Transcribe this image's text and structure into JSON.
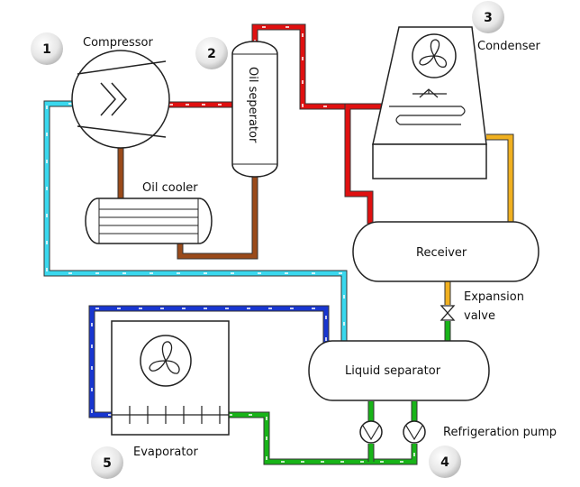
{
  "labels": {
    "compressor": "Compressor",
    "oil_separator": "Oil seperator",
    "condenser": "Condenser",
    "oil_cooler": "Oil cooler",
    "receiver": "Receiver",
    "expansion_line1": "Expansion",
    "expansion_line2": "valve",
    "liquid_separator": "Liquid separator",
    "refrigeration_pump": "Refrigeration pump",
    "evaporator": "Evaporator"
  },
  "badges": {
    "b1": "1",
    "b2": "2",
    "b3": "3",
    "b4": "4",
    "b5": "5"
  },
  "colors": {
    "hot_gas": "#e01010",
    "suction": "#3ad8ee",
    "oil": "#9a4a1a",
    "liquid": "#f0b020",
    "pump_liquid": "#18b418",
    "evaporator_line": "#1836d0"
  }
}
